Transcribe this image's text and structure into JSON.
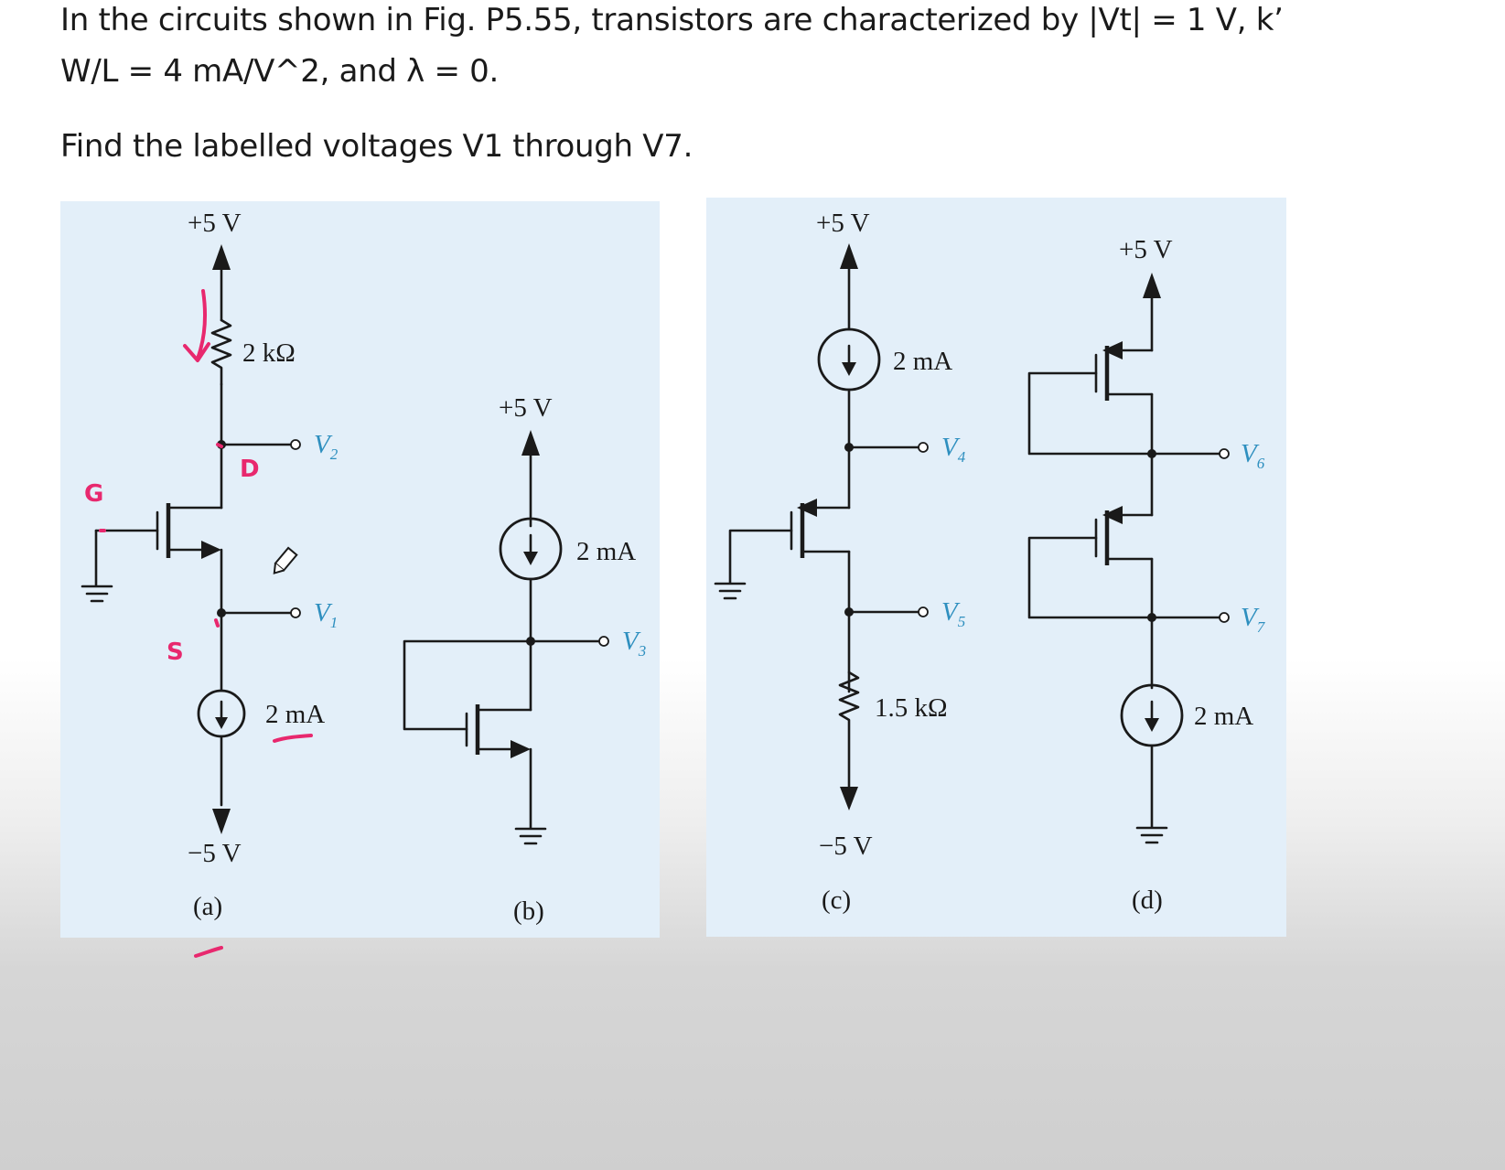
{
  "question": {
    "line1": "In the circuits shown in Fig. P5.55, transistors are characterized by |Vt| = 1 V, k’",
    "line2": "W/L = 4 mA/V^2, and λ = 0.",
    "line3": "Find the labelled voltages V1 through V7."
  },
  "circuits": {
    "a": {
      "supply_top": "+5 V",
      "resistor": "2 kΩ",
      "node_top": "V",
      "node_top_sub": "2",
      "node_bottom": "V",
      "node_bottom_sub": "1",
      "current_source": "2 mA",
      "supply_bottom": "−5 V",
      "caption": "(a)"
    },
    "b": {
      "supply_top": "+5 V",
      "current_source": "2 mA",
      "node": "V",
      "node_sub": "3",
      "caption": "(b)"
    },
    "c": {
      "supply_top": "+5 V",
      "current_source": "2 mA",
      "node_top": "V",
      "node_top_sub": "4",
      "node_bottom": "V",
      "node_bottom_sub": "5",
      "resistor": "1.5 kΩ",
      "supply_bottom": "−5 V",
      "caption": "(c)"
    },
    "d": {
      "supply_top": "+5 V",
      "node_top": "V",
      "node_top_sub": "6",
      "node_bottom": "V",
      "node_bottom_sub": "7",
      "current_source": "2 mA",
      "caption": "(d)"
    }
  },
  "annotations": {
    "gate": "G",
    "drain": "D",
    "source": "S",
    "ink_color": "#e8286e"
  }
}
